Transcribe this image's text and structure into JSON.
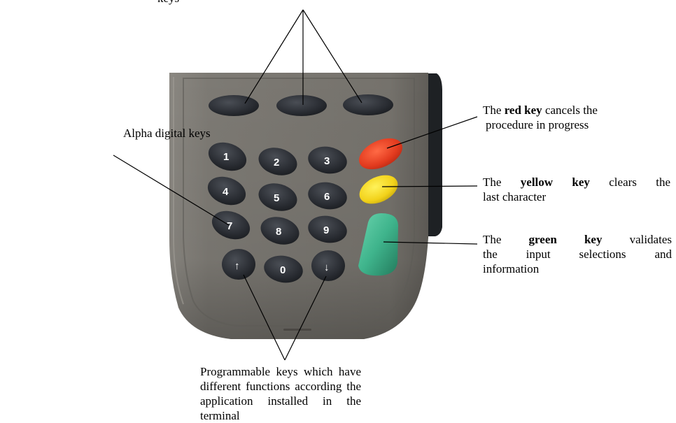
{
  "callouts": {
    "top_label": "keys",
    "alpha": "Alpha digital keys",
    "red": {
      "pre": "The ",
      "bold": "red key",
      "post": " cancels the",
      "line2": "procedure in progress"
    },
    "yellow": {
      "pre": "The ",
      "bold": "yellow key",
      "post": " clears the",
      "line2": "last character"
    },
    "green": {
      "pre": "The ",
      "bold": "green key",
      "post": " validates",
      "line2": "the input selections and",
      "line3": "information"
    },
    "programmable": {
      "line1": "Programmable keys which have",
      "line2": "different functions according the",
      "line3": "application installed in the terminal"
    }
  },
  "keypad": {
    "row1": [
      "1",
      "2",
      "3"
    ],
    "row2": [
      "4",
      "5",
      "6"
    ],
    "row3": [
      "7",
      "8",
      "9"
    ],
    "row4": [
      "↑",
      "0",
      "↓"
    ]
  },
  "colors": {
    "red_key": "#e23a1e",
    "yellow_key": "#f2d21a",
    "green_key": "#3fb48c",
    "black_key": "#2a2e34",
    "body": "#7a7670"
  }
}
